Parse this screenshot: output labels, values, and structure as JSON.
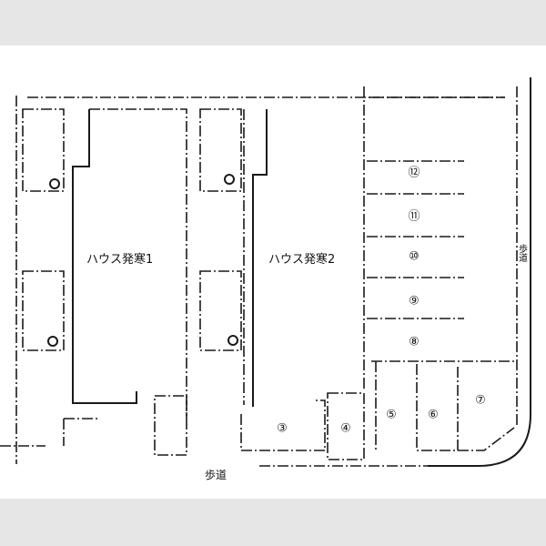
{
  "buildings": [
    {
      "label": "ハウス発寒1"
    },
    {
      "label": "ハウス発寒2"
    }
  ],
  "sidewalk_bottom": "歩道",
  "sidewalk_right": "歩道",
  "parking_spaces": [
    "③",
    "④",
    "⑤",
    "⑥",
    "⑦",
    "⑧",
    "⑨",
    "⑩",
    "⑪",
    "⑫"
  ],
  "colors": {
    "background": "#ffffff",
    "band": "#e6e6e6",
    "line": "#1a1a1a"
  }
}
